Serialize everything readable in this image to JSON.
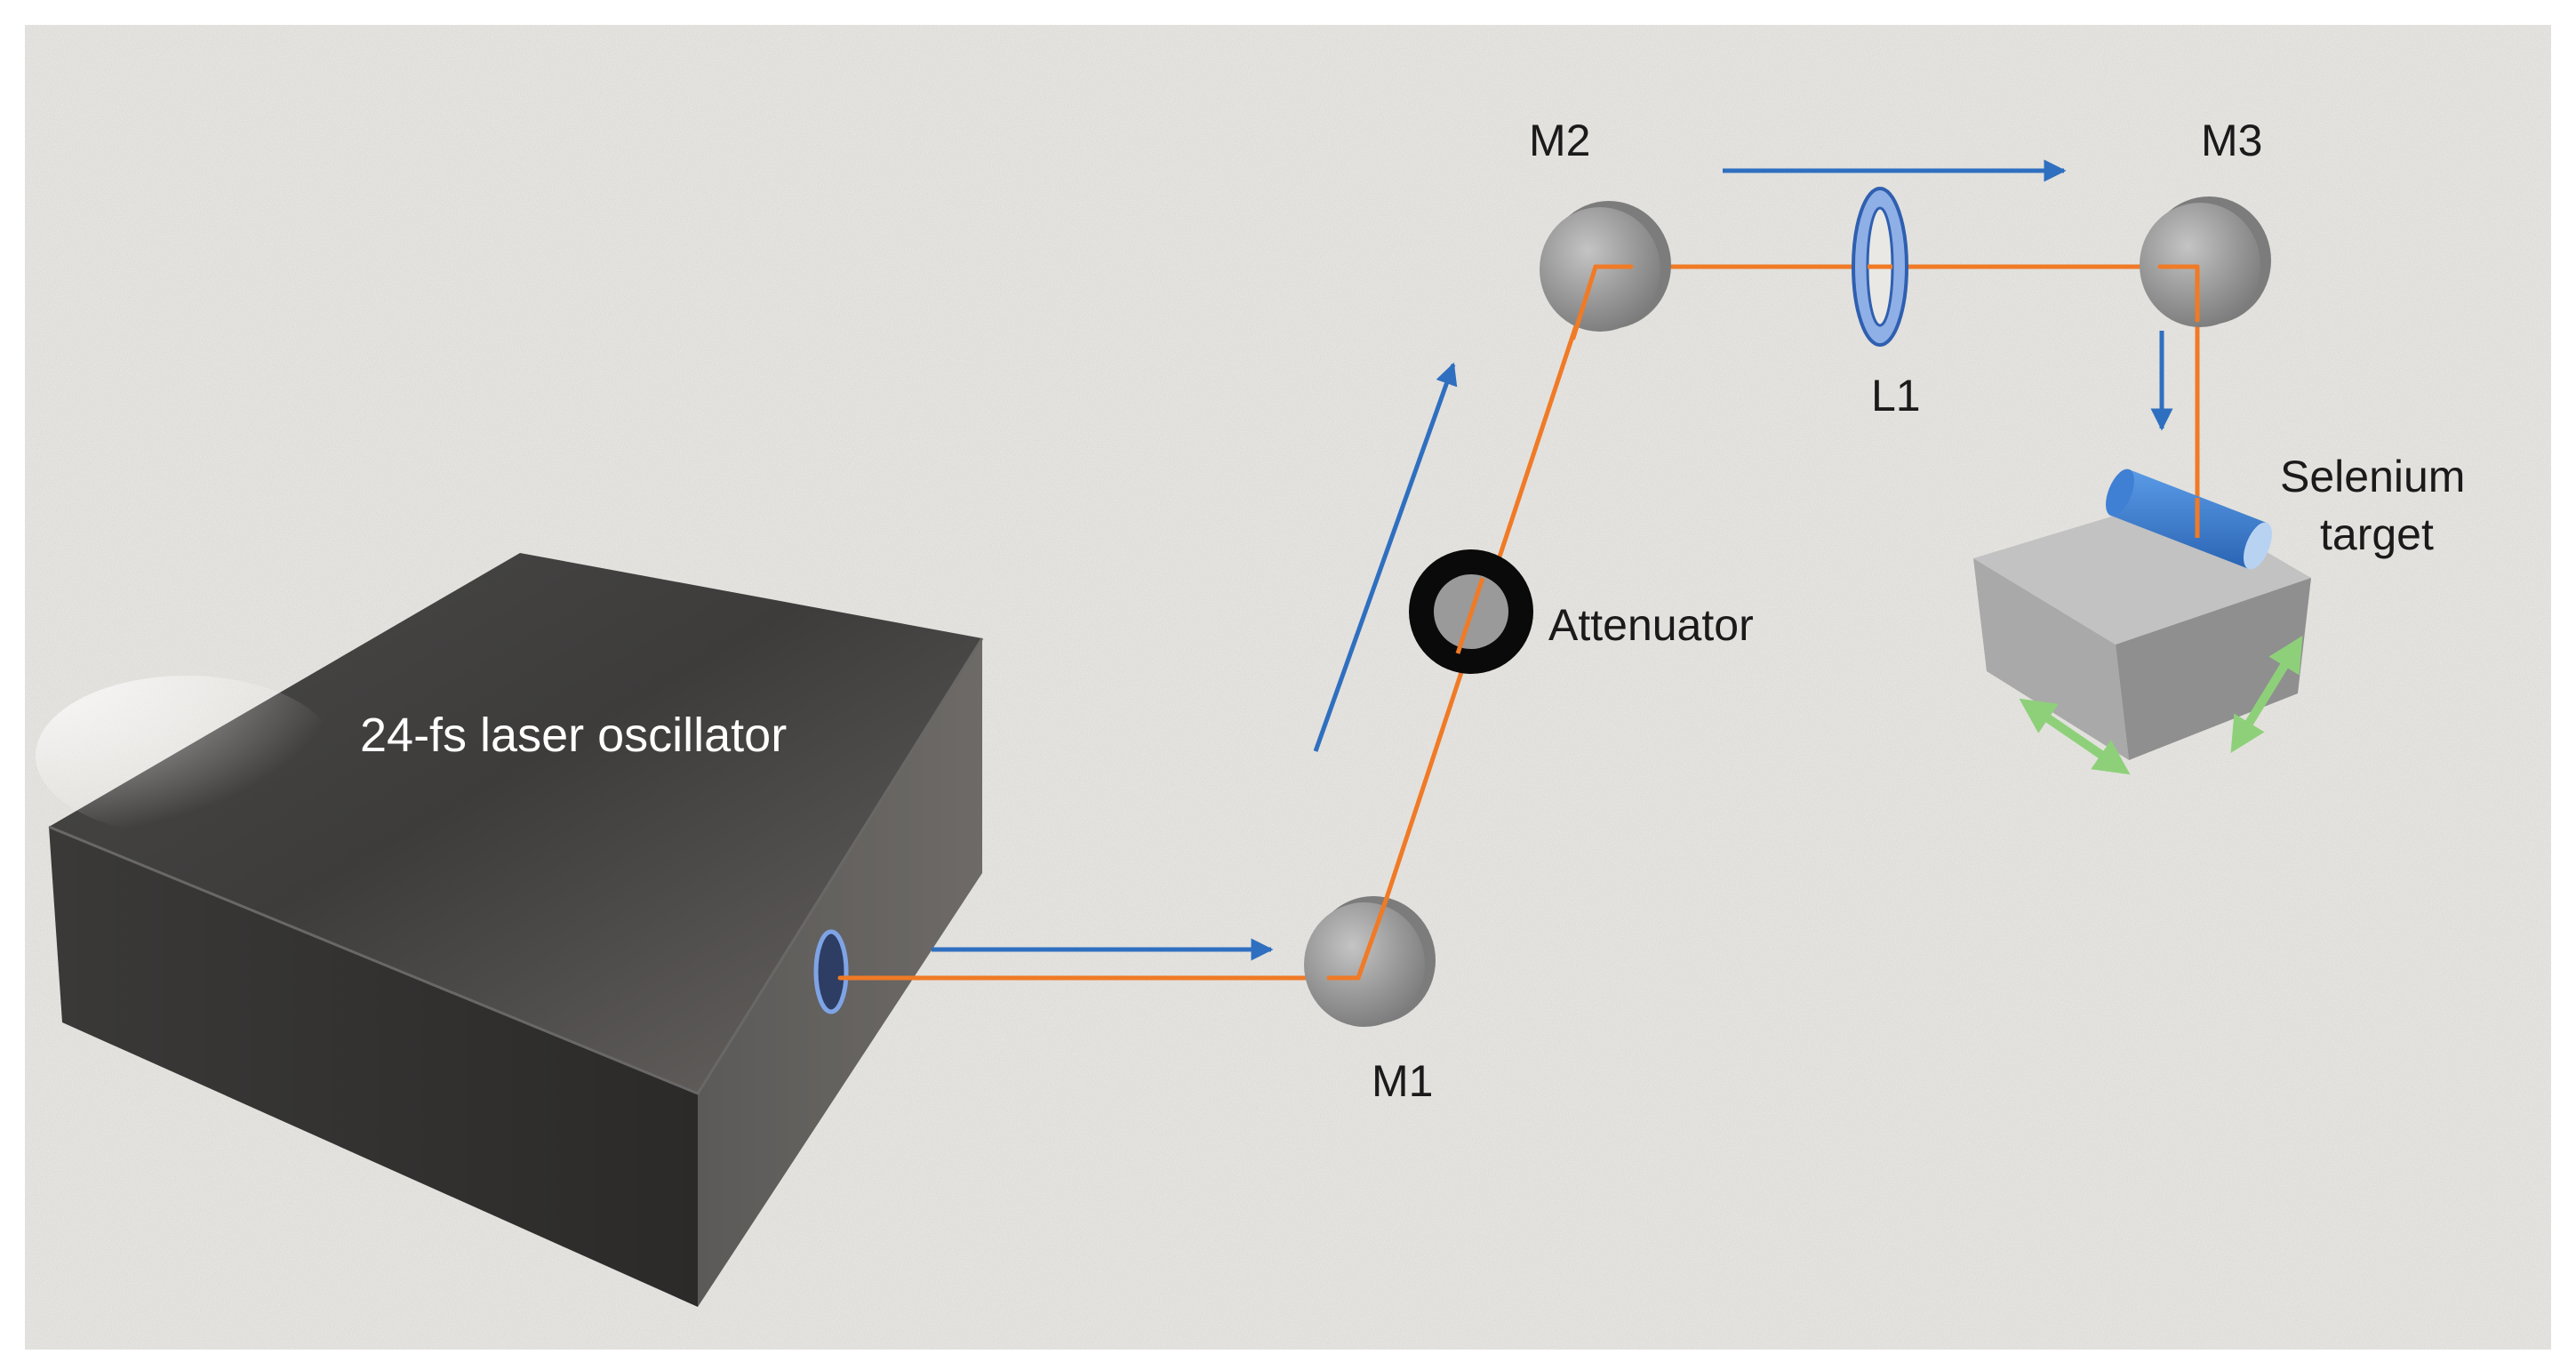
{
  "labels": {
    "laser": "24-fs laser oscillator",
    "m1": "M1",
    "m2": "M2",
    "m3": "M3",
    "l1": "L1",
    "attenuator": "Attenuator",
    "target_line1": "Selenium",
    "target_line2": "target"
  },
  "colors": {
    "background": "#e9e8e4",
    "beam": "#f07a26",
    "arrow": "#2f6fc0",
    "mirror": "#9a9a9a",
    "lens": "#8fb0e6",
    "selenium": "#3a7fd0",
    "stage_arrow": "#8ed07a",
    "laser_box": "#3b3a39"
  }
}
